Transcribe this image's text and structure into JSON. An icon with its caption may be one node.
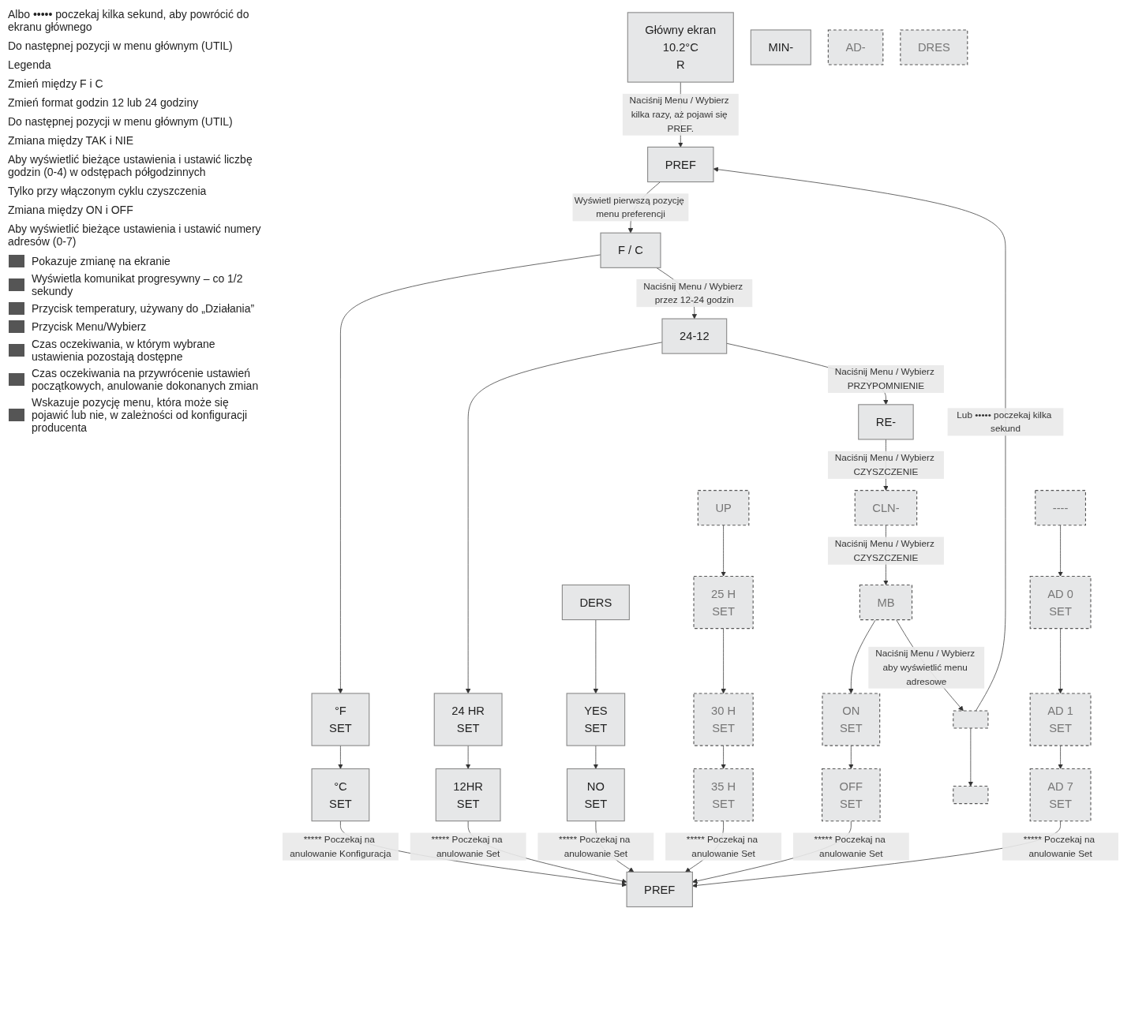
{
  "diagram": {
    "nodes": [
      {
        "text": [
          "Główny ekran",
          "10.2°C",
          "R"
        ]
      },
      {
        "text": [
          "PREF"
        ]
      },
      {
        "text": [
          "F / C"
        ]
      },
      {
        "text": [
          "°F",
          "SET"
        ]
      },
      {
        "text": [
          "°C",
          "SET"
        ]
      },
      {
        "text": [
          "PREF"
        ]
      },
      {
        "text": [
          "24-12"
        ]
      },
      {
        "text": [
          "24 HR",
          "SET"
        ]
      },
      {
        "text": [
          "12HR",
          "SET"
        ]
      },
      {
        "text": [
          "RE-"
        ]
      },
      {
        "text": [
          "MIN-"
        ]
      },
      {
        "text": [
          "DERS"
        ]
      },
      {
        "text": [
          "YES",
          "SET"
        ]
      },
      {
        "text": [
          "NO",
          "SET"
        ]
      },
      {
        "text": [
          "CLN-"
        ]
      },
      {
        "text": [
          "UP"
        ]
      },
      {
        "text": [
          "25 H",
          "SET"
        ]
      },
      {
        "text": [
          "30 H",
          "SET"
        ]
      },
      {
        "text": [
          "35 H",
          "SET"
        ]
      },
      {
        "text": [
          "MB"
        ]
      },
      {
        "text": [
          "ON",
          "SET"
        ]
      },
      {
        "text": [
          "OFF",
          "SET"
        ]
      },
      {
        "text": [],
        "shape": "box"
      },
      {
        "text": [],
        "shape": "box"
      },
      {
        "text": [
          "AD-"
        ]
      },
      {
        "text": [
          "DRES"
        ]
      },
      {
        "text": [
          "----"
        ]
      },
      {
        "text": [
          "AD 0",
          "SET"
        ]
      },
      {
        "text": [
          "AD 1",
          "SET"
        ]
      },
      {
        "text": [
          "AD 7",
          "SET"
        ]
      }
    ],
    "edges": [
      {
        "from": 0,
        "to": 1,
        "arrow": "to",
        "label": "Naciśnij Menu / Wybierz kilka razy, aż pojawi się PREF."
      },
      {
        "from": 1,
        "to": 2,
        "arrow": "to",
        "label": "Wyświetl pierwszą pozycję menu preferencji"
      },
      {
        "from": 2,
        "to": 3,
        "arrow": "to"
      },
      {
        "from": 3,
        "to": 4,
        "arrow": "to"
      },
      {
        "from": 4,
        "to": 5,
        "arrow": "to",
        "label": "***** Poczekaj na anulowanie Konfiguracja"
      },
      {
        "from": 2,
        "to": 6,
        "arrow": "to",
        "label": "Naciśnij Menu / Wybierz przez 12-24 godzin"
      },
      {
        "from": 6,
        "to": 7,
        "arrow": "to"
      },
      {
        "from": 7,
        "to": 8,
        "arrow": "to"
      },
      {
        "from": 8,
        "to": 5,
        "arrow": "to",
        "label": "***** Poczekaj na anulowanie Set"
      },
      {
        "from": 6,
        "to": 9,
        "arrow": "to",
        "label": "Naciśnij Menu / Wybierz PRZYPOMNIENIE"
      },
      {
        "from": 11,
        "to": 12,
        "arrow": "to"
      },
      {
        "from": 12,
        "to": 13,
        "arrow": "to"
      },
      {
        "from": 13,
        "to": 5,
        "arrow": "to",
        "label": "***** Poczekaj na anulowanie Set"
      },
      {
        "from": 9,
        "to": 14,
        "arrow": "to",
        "label": "Naciśnij Menu / Wybierz CZYSZCZENIE"
      },
      {
        "from": 15,
        "to": 16,
        "arrow": "to"
      },
      {
        "from": 16,
        "to": 17,
        "arrow": "to"
      },
      {
        "from": 17,
        "to": 18,
        "arrow": "to"
      },
      {
        "from": 18,
        "to": 5,
        "arrow": "to",
        "label": "***** Poczekaj na anulowanie Set"
      },
      {
        "from": 14,
        "to": 19,
        "arrow": "to",
        "label": "Naciśnij Menu / Wybierz CZYSZCZENIE"
      },
      {
        "from": 19,
        "to": 20,
        "arrow": "to"
      },
      {
        "from": 20,
        "to": 21,
        "arrow": "to"
      },
      {
        "from": 21,
        "to": 5,
        "arrow": "to",
        "label": "***** Poczekaj na anulowanie Set"
      },
      {
        "from": 19,
        "to": 22,
        "arrow": "to",
        "label": "Naciśnij Menu / Wybierz aby wyświetlić menu adresowe"
      },
      {
        "from": 22,
        "to": 23,
        "arrow": "to"
      },
      {
        "from": 22,
        "to": 1,
        "arrow": "to",
        "label": "Lub ••••• poczekaj kilka sekund"
      },
      {
        "from": 26,
        "to": 27,
        "arrow": "to"
      },
      {
        "from": 27,
        "to": 28,
        "arrow": "to"
      },
      {
        "from": 28,
        "to": 29,
        "arrow": "to"
      },
      {
        "from": 29,
        "to": 5,
        "arrow": "to",
        "label": "***** Poczekaj na anulowanie Set"
      }
    ],
    "labels": [
      "Albo ••••• poczekaj kilka sekund, aby powrócić do ekranu głównego",
      "Do następnej pozycji w menu głównym (UTIL)",
      "Legenda",
      "Zmień między F i C",
      "Zmień format godzin 12 lub 24 godziny",
      "Do następnej pozycji w menu głównym (UTIL)",
      "Zmiana między TAK i NIE",
      "Aby wyświetlić bieżące ustawienia i ustawić liczbę godzin (0-4) w odstępach półgodzinnych",
      "Tylko przy włączonym cyklu czyszczenia",
      "Zmiana między ON i OFF",
      "Aby wyświetlić bieżące ustawienia i ustawić numery adresów (0-7)"
    ],
    "legend": [
      {
        "text": "Pokazuje zmianę na ekranie"
      },
      {
        "text": "Wyświetla komunikat progresywny – co 1/2 sekundy"
      },
      {
        "text": "Przycisk temperatury, używany do „Działania”"
      },
      {
        "text": "Przycisk Menu/Wybierz"
      },
      {
        "text": "Czas oczekiwania, w którym wybrane ustawienia pozostają dostępne"
      },
      {
        "text": "Czas oczekiwania na przywrócenie ustawień początkowych, anulowanie dokonanych zmian"
      },
      {
        "text": "Wskazuje pozycję menu, która może się pojawić lub nie, w zależności od konfiguracji producenta"
      }
    ]
  }
}
